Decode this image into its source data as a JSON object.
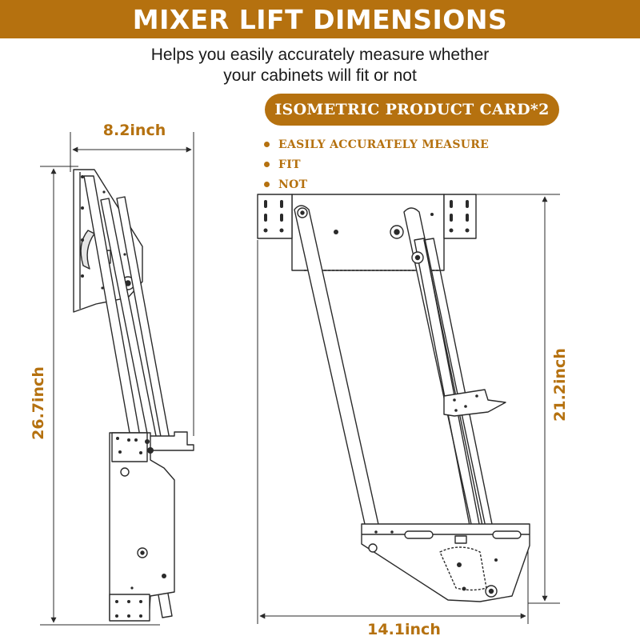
{
  "colors": {
    "accent": "#b5710f",
    "line": "#2a2a2a"
  },
  "header": {
    "title": "MIXER LIFT DIMENSIONS"
  },
  "subtitle": {
    "line1": "Helps you easily accurately measure whether",
    "line2": "your cabinets will fit or not"
  },
  "card": {
    "label": "ISOMETRIC PRODUCT CARD*2"
  },
  "bullets": [
    {
      "label": "EASILY ACCURATELY MEASURE"
    },
    {
      "label": "FIT"
    },
    {
      "label": "NOT"
    }
  ],
  "dimensions": {
    "left_width": "8.2inch",
    "left_height": "26.7inch",
    "right_height": "21.2inch",
    "right_width": "14.1inch"
  }
}
